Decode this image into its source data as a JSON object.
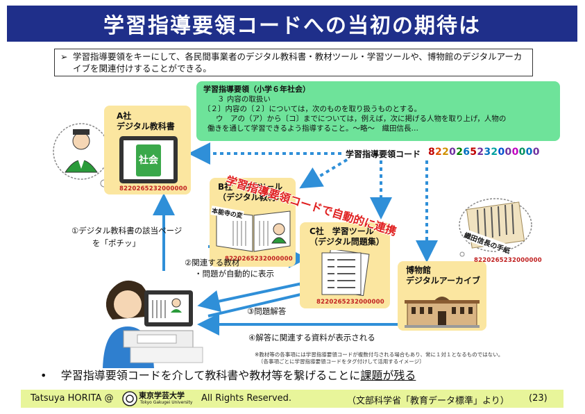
{
  "title": "学習指導要領コードへの当初の期待は",
  "intro": {
    "bullet": "➢",
    "text": "学習指導要領をキーにして、各民間事業者のデジタル教科書・教材ツール・学習ツールや、博物館のデジタルアーカイブを関連付けすることができる。"
  },
  "guideline": {
    "title": "学習指導要領（小学６年社会）",
    "line1": "３ 内容の取扱い",
    "line2": "〔２〕内容の〔２〕については，次のものを取り扱うものとする。",
    "line3": "ウ　アの（ア）から〔コ〕までについては，例えば，次に掲げる人物を取り上げ，人物の",
    "line4": "働きを通して学習できるよう指導すること。〜略〜　織田信長…"
  },
  "code": {
    "label": "学習指導要領コード",
    "value": "8220265232000000",
    "digit_colors": [
      "#c00000",
      "#e05000",
      "#d09000",
      "#7030a0",
      "#008000",
      "#0070c0",
      "#c00000",
      "#7030a0",
      "#0070c0",
      "#00a0a0",
      "#0050d0",
      "#7030a0",
      "#c000c0",
      "#009060",
      "#0070c0",
      "#7030a0"
    ]
  },
  "red_banner": "学習指導要領コードで自動的に連携",
  "company_a": {
    "title1": "A社",
    "title2": "デジタル教科書",
    "code": "8220265232000000",
    "book_label": "社会"
  },
  "company_b": {
    "title1": "B社　学習ツール",
    "title2": "（デジタル教材）",
    "code": "8220265232000000",
    "book_label": "本能寺の変"
  },
  "company_c": {
    "title1": "C社　学習ツール",
    "title2": "（デジタル問題集）",
    "code": "8220265232000000"
  },
  "museum": {
    "title1": "博物館",
    "title2": "デジタルアーカイブ",
    "code": "8220265232000000",
    "scroll_label": "織田信長の手紙"
  },
  "steps": {
    "s1a": "①デジタル教科書の該当ページ",
    "s1b": "を「ポチッ」",
    "s2a": "②関連する教材",
    "s2b": "・問題が自動的に表示",
    "s3": "③問題解答",
    "s4": "④解答に関連する資料が表示される"
  },
  "notes": {
    "n1": "※教材等の各事項には学習指導要領コードが複数付与される場合もあり、常に１対１となるものではない。",
    "n2": "〔各事項ごとに学習指導要領コードをタグ付けして活用するイメージ〕"
  },
  "footer_bullet": {
    "dot": "•",
    "text": "学習指導要領コードを介して教科書や教材等を繋げることに",
    "underlined": "課題が残る"
  },
  "footer": {
    "author": "Tatsuya HORITA @",
    "university": "東京学芸大学",
    "university_en": "Tokyo Gakugei University",
    "rights": "All Rights Reserved.",
    "source": "（文部科学省「教育データ標準」より）",
    "page": "(23)"
  },
  "colors": {
    "title_bg": "#1f2f8a",
    "green_box": "#6ee39a",
    "card": "#fbe6a0",
    "arrow_blue": "#2f8fd8",
    "footer_bg": "#e8f59a",
    "banner_red": "#e02020"
  }
}
